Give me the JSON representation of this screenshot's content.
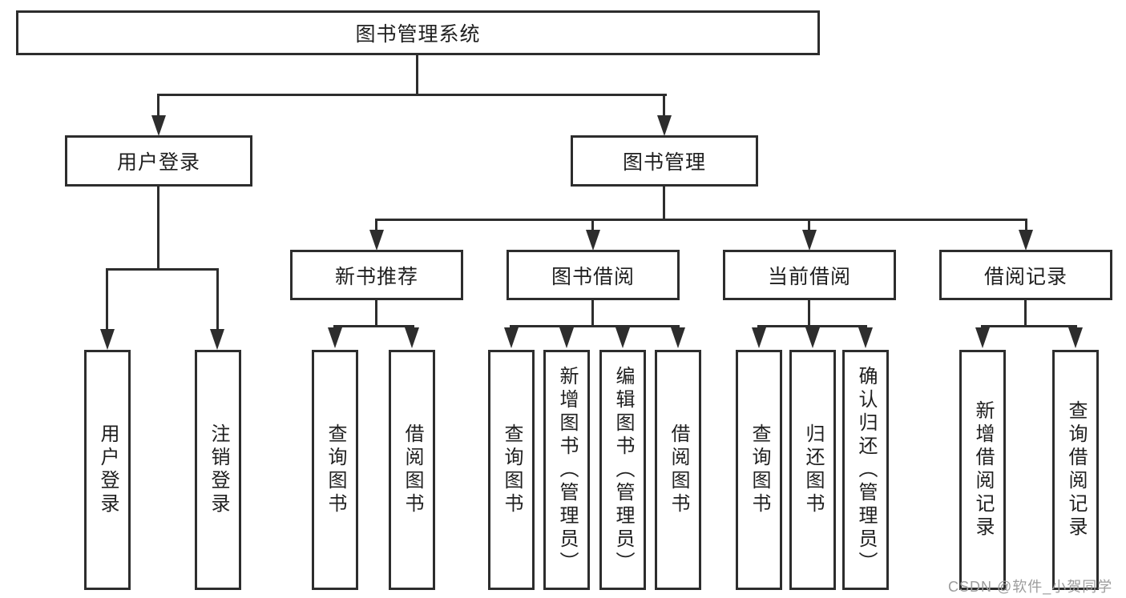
{
  "root": {
    "label": "图书管理系统"
  },
  "level2": [
    {
      "label": "用户登录"
    },
    {
      "label": "图书管理"
    }
  ],
  "level3": [
    {
      "label": "新书推荐"
    },
    {
      "label": "图书借阅"
    },
    {
      "label": "当前借阅"
    },
    {
      "label": "借阅记录"
    }
  ],
  "leaves": {
    "login": [
      "用户登录",
      "注销登录"
    ],
    "newbook": [
      "查询图书",
      "借阅图书"
    ],
    "borrow": [
      "查询图书",
      "新增图书（管理员）",
      "编辑图书（管理员）",
      "借阅图书"
    ],
    "current": [
      "查询图书",
      "归还图书",
      "确认归还（管理员）"
    ],
    "records": [
      "新增借阅记录",
      "查询借阅记录"
    ]
  },
  "watermark": {
    "text": "CSDN @软件_小贺同学"
  },
  "colors": {
    "line": "#2d2d2d",
    "box_border": "#2d2d2d",
    "box_fill": "#ffffff",
    "text": "#1f1f1f",
    "watermark": "#9c9c9c",
    "background": "#ffffff"
  }
}
